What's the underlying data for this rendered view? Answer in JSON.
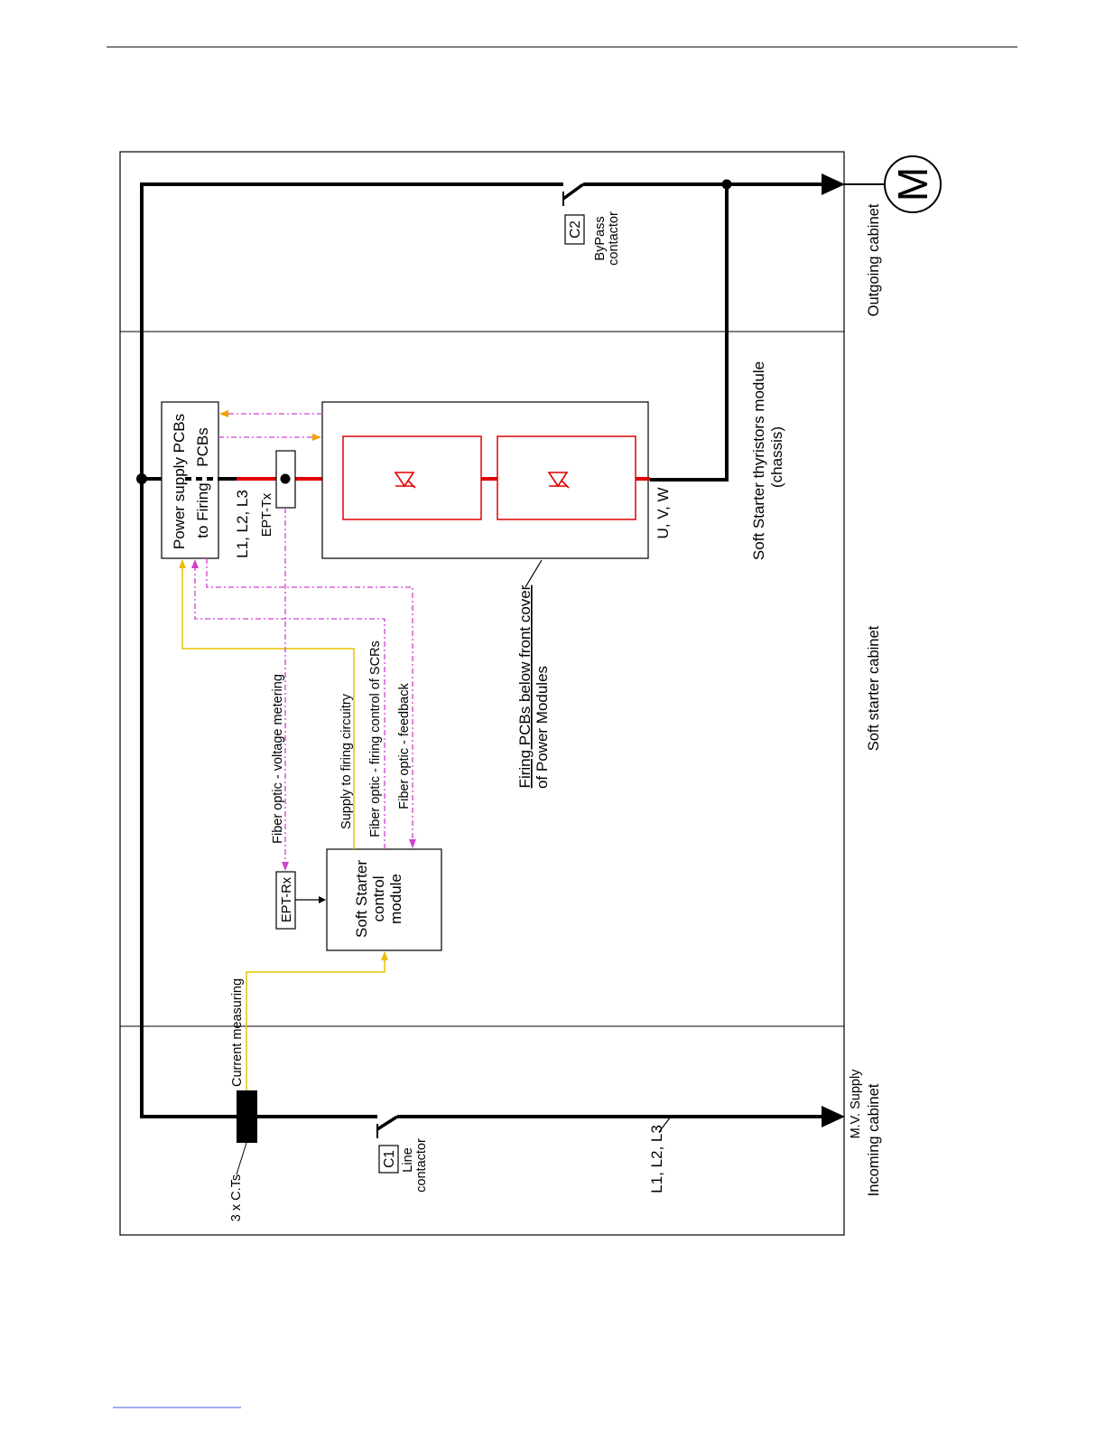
{
  "diagram": {
    "cabinets": {
      "outgoing": "Outgoing cabinet",
      "soft_starter": "Soft starter cabinet",
      "incoming": "Incoming cabinet"
    },
    "supply": "M.V. Supply",
    "motor": "M",
    "line_contactor": {
      "tag": "C1",
      "line1": "Line",
      "line2": "contactor"
    },
    "bypass_contactor": {
      "tag": "C2",
      "line1": "ByPass",
      "line2": "contactor"
    },
    "cts": "3 x C.Ts",
    "input_phases": "L1, L2, L3",
    "module_input_phases": "L1, L2, L3",
    "output_phases": "U, V, W",
    "ept_tx": "EPT-Tx",
    "ept_rx": "EPT-Rx",
    "power_supply_box": {
      "line1": "Power supply PCBs",
      "line2": "to Firing",
      "line3": "PCBs"
    },
    "control_module": {
      "line1": "Soft Starter",
      "line2": "control",
      "line3": "module"
    },
    "thyristors_module": {
      "line1": "Soft Starter thyristors module",
      "line2": "(chassis)"
    },
    "firing_pcbs_note": {
      "line1": "Firing PCBs below front cover",
      "line2": "of Power Modules"
    },
    "signals": {
      "current_measuring": "Current measuring",
      "voltage_metering": "Fiber optic - voltage metering",
      "supply_firing": "Supply to firing circuitry",
      "firing_control": "Fiber optic - firing  control of SCRs",
      "feedback": "Fiber optic - feedback"
    },
    "colors": {
      "power_line": "#000000",
      "thyristor": "#e00000",
      "supply_signal": "#e8c000",
      "fiber_optic": "#d040d0",
      "arrow_orange": "#f0a000"
    }
  }
}
